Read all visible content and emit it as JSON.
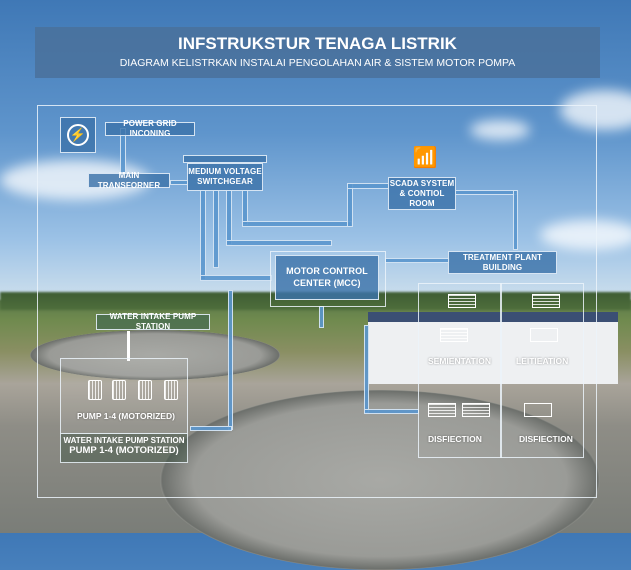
{
  "header": {
    "title": "INFSTRUKSTUR TENAGA LISTRIK",
    "subtitle": "DIAGRAM KELISTRKAN INSTALAI PENGOLAHAN AIR & SISTEM MOTOR POMPA"
  },
  "nodes": {
    "power_grid": "POWER GRID INCONING",
    "main_transformer": "MAIN TRANSFORNER",
    "switchgear": [
      "MEDIUM VOLTAGE",
      "SWITCHGEAR"
    ],
    "scada": [
      "SCADA SYSTEM",
      "& CONTIOL ROOM"
    ],
    "treatment_building": [
      "TREATMENT PLANT",
      "BUILDING"
    ],
    "mcc": [
      "MOTOR CONTROL",
      "CENTER (MCC)"
    ],
    "water_intake": "WATER INTAKE PUMP STATION",
    "pump_caption": "PUMP 1-4 (MOTORIZED)",
    "pump_station_footer": [
      "WATER INTAKE PUMP STATION",
      "PUMP 1-4 (MOTORIZED)"
    ]
  },
  "process": {
    "sedimentation": "SEMIENTATION",
    "filtration": "LEITIEATION",
    "disinfection_1": "DISFIECTION",
    "disinfection_2": "DISFIECTION"
  },
  "colors": {
    "banner": "#4a719b",
    "box": "#3c73aa",
    "line": "#5a96cd"
  }
}
